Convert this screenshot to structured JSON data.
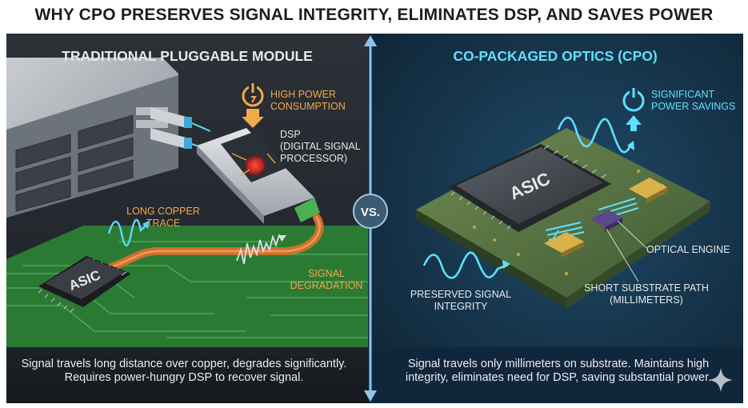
{
  "title": "WHY CPO PRESERVES SIGNAL INTEGRITY, ELIMINATES DSP, AND SAVES POWER",
  "left_panel": {
    "heading": "TRADITIONAL PLUGGABLE MODULE",
    "power_label": [
      "HIGH POWER",
      "CONSUMPTION"
    ],
    "dsp_label": [
      "DSP",
      "(DIGITAL SIGNAL",
      "PROCESSOR)"
    ],
    "copper_label": [
      "LONG COPPER",
      "TRACE"
    ],
    "degradation_label": [
      "SIGNAL",
      "DEGRADATION"
    ],
    "asic_label": "ASIC",
    "caption_line1": "Signal travels long distance over copper, degrades significantly.",
    "caption_line2": "Requires power-hungry DSP to recover signal."
  },
  "divider_label": "VS.",
  "right_panel": {
    "heading": "CO-PACKAGED OPTICS (CPO)",
    "savings_label": [
      "SIGNIFICANT",
      "POWER SAVINGS"
    ],
    "asic_label": "ASIC",
    "optical_engine_label": "OPTICAL ENGINE",
    "short_path_label": [
      "SHORT SUBSTRATE PATH",
      "(MILLIMETERS)"
    ],
    "preserved_label": [
      "PRESERVED SIGNAL",
      "INTEGRITY"
    ],
    "caption_line1": "Signal travels only millimeters on substrate. Maintains high",
    "caption_line2": "integrity, eliminates need for DSP, saving substantial power."
  },
  "colors": {
    "left_background": "#262b31",
    "right_background": "#163048",
    "accent_orange": "#f2a94a",
    "accent_cyan": "#4fd2f0",
    "pcb_green": "#2e7d32",
    "substrate_green": "#5a7a45"
  }
}
